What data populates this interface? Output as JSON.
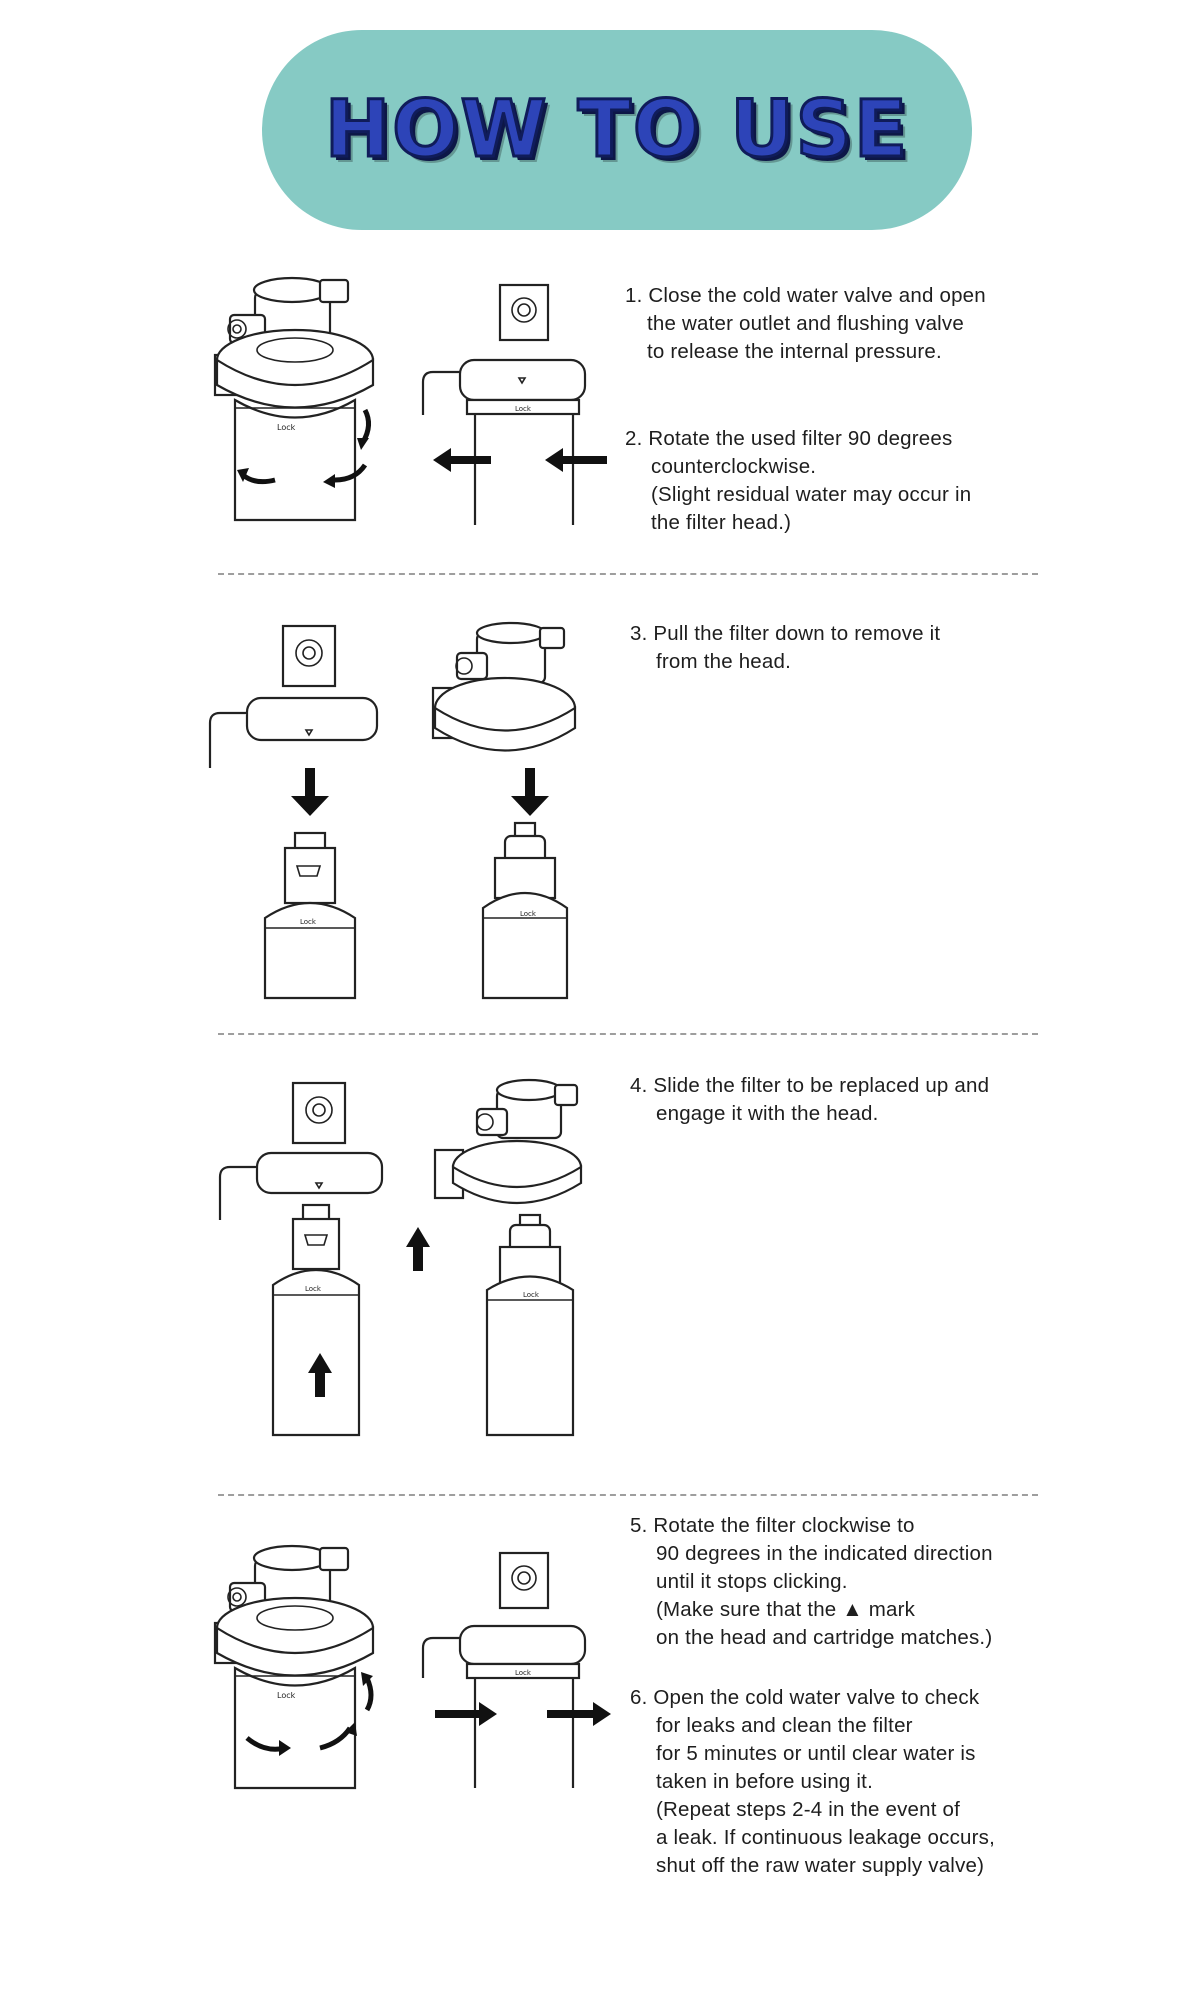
{
  "banner": {
    "title": "HOW TO USE"
  },
  "steps": [
    {
      "number": "1.",
      "lines": [
        "Close the cold water valve and open",
        "the water outlet and flushing valve",
        "to release the internal pressure."
      ]
    },
    {
      "number": "2.",
      "lines": [
        "Rotate the used filter 90 degrees",
        "counterclockwise.",
        "(Slight residual water may occur in",
        "the filter head.)"
      ]
    },
    {
      "number": "3.",
      "lines": [
        "Pull the filter down to remove it",
        "from the head."
      ]
    },
    {
      "number": "4.",
      "lines": [
        "Slide the filter to be replaced up and",
        "engage it with the head."
      ]
    },
    {
      "number": "5.",
      "lines": [
        "Rotate the filter clockwise to",
        "90 degrees in the indicated direction",
        "until it stops clicking.",
        "(Make sure that the ▲ mark",
        " on the head and cartridge matches.)"
      ]
    },
    {
      "number": "6.",
      "lines": [
        "Open the cold water valve to check",
        "for leaks and clean the filter",
        "for 5 minutes or until clear water is",
        "taken in before using it.",
        "(Repeat steps 2-4 in the event of",
        " a leak. If continuous leakage occurs,",
        " shut off the raw water supply valve)"
      ]
    }
  ],
  "labels": {
    "lock": "Lock"
  },
  "colors": {
    "banner_bg": "#86cac4",
    "title_fill": "#2d44b8",
    "title_outline": "#101c5a"
  },
  "icons": [
    "filter-head-icon",
    "filter-cartridge-icon",
    "rotate-arrow-icon",
    "direction-arrow-icon"
  ]
}
